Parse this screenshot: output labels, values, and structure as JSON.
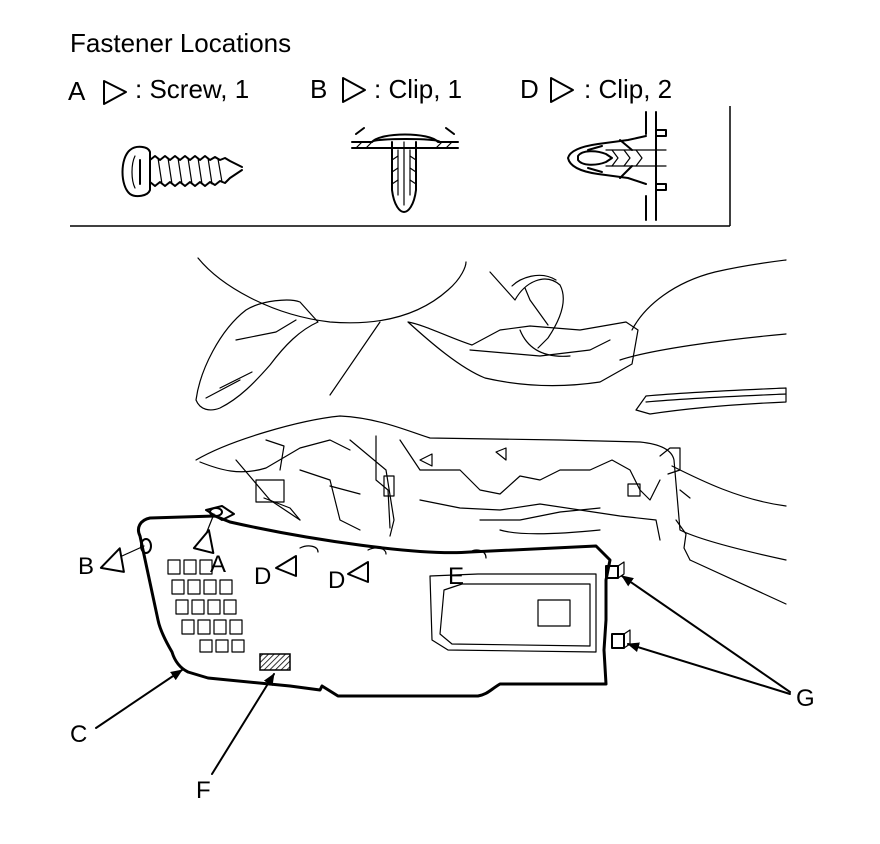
{
  "title": "Fastener Locations",
  "legend": [
    {
      "letter": "A",
      "description": ": Screw, 1"
    },
    {
      "letter": "B",
      "description": ": Clip, 1"
    },
    {
      "letter": "D",
      "description": ": Clip, 2"
    }
  ],
  "callouts": {
    "A": "A",
    "B": "B",
    "C": "C",
    "D1": "D",
    "D2": "D",
    "E": "E",
    "F": "F",
    "G": "G"
  }
}
